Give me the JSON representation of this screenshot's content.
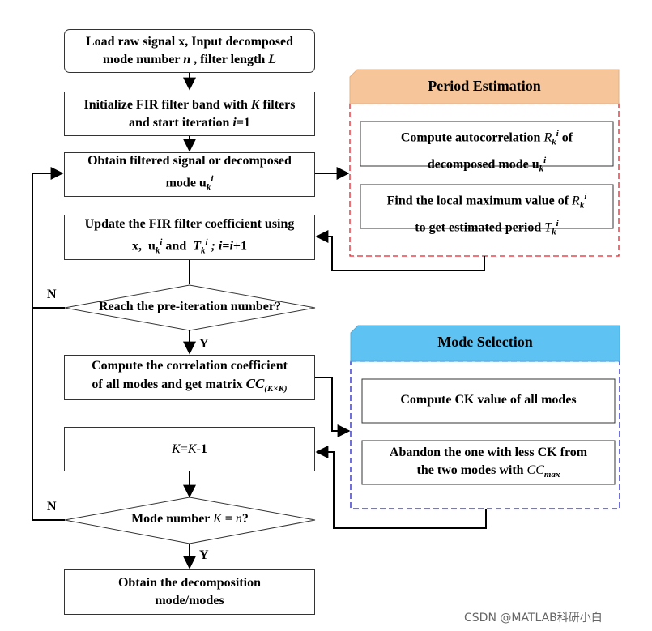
{
  "boxes": {
    "load_l1": "Load raw signal x, Input decomposed",
    "load_l2a": "mode number ",
    "load_n": "n",
    "load_l2b": " , filter length ",
    "load_L": "L",
    "init_l1a": "Initialize FIR filter band with ",
    "init_K": "K",
    "init_l1b": " filters",
    "init_l2a": "and start iteration ",
    "init_i": "i",
    "init_l2b": "=1",
    "obtain_l1": "Obtain filtered signal or decomposed",
    "obtain_l2a": "mode ",
    "obtain_u": "u",
    "obtain_k": "k",
    "obtain_i": "i",
    "update_l1": "Update the FIR filter coefficient using",
    "update_x": "x,",
    "update_u": "u",
    "update_k1": "k",
    "update_i1": "i",
    "update_and": "and",
    "update_T": "T",
    "update_k2": "k",
    "update_i2": "i",
    "update_semi": ";",
    "update_iter_i": "i",
    "update_iter_eq": "=",
    "update_iter_i2": "i",
    "update_iter_p1": "+1",
    "reach": "Reach the pre-iteration number?",
    "corr_l1": "Compute the  correlation coefficient",
    "corr_l2a": "of all modes and get matrix ",
    "corr_CC": "CC",
    "corr_sub": "(K×K)",
    "kk_K1": "K",
    "kk_eq": "=",
    "kk_K2": "K",
    "kk_m1": "-1",
    "mode_a": "Mode number ",
    "mode_K": "K",
    "mode_eq": " = ",
    "mode_n": "n",
    "mode_q": "?",
    "final_l1": "Obtain the decomposition",
    "final_l2": "mode/modes"
  },
  "period": {
    "title": "Period Estimation",
    "auto_l1a": "Compute  autocorrelation ",
    "auto_R": "R",
    "auto_k": "k",
    "auto_i": "i",
    "auto_of": " of",
    "auto_l2a": "decomposed mode ",
    "auto_u": "u",
    "auto_uk": "k",
    "auto_ui": "i",
    "find_l1a": "Find the local maximum value of ",
    "find_R": "R",
    "find_k": "k",
    "find_i": "i",
    "find_l2a": "to get estimated period ",
    "find_T": "T",
    "find_tk": "k",
    "find_ti": "i"
  },
  "selection": {
    "title": "Mode Selection",
    "ck": "Compute  CK value of all modes",
    "ab_l1": "Abandon the one with less CK  from",
    "ab_l2a": "the two modes with ",
    "ab_CC": "CC",
    "ab_max": "max"
  },
  "labels": {
    "n1": "N",
    "y1": "Y",
    "n2": "N",
    "y2": "Y"
  },
  "watermark": "CSDN @MATLAB科研小白",
  "colors": {
    "period_header": "#f6c69a",
    "period_border": "#e8202a",
    "selection_header": "#5ec3f2",
    "selection_border": "#2222cc"
  }
}
